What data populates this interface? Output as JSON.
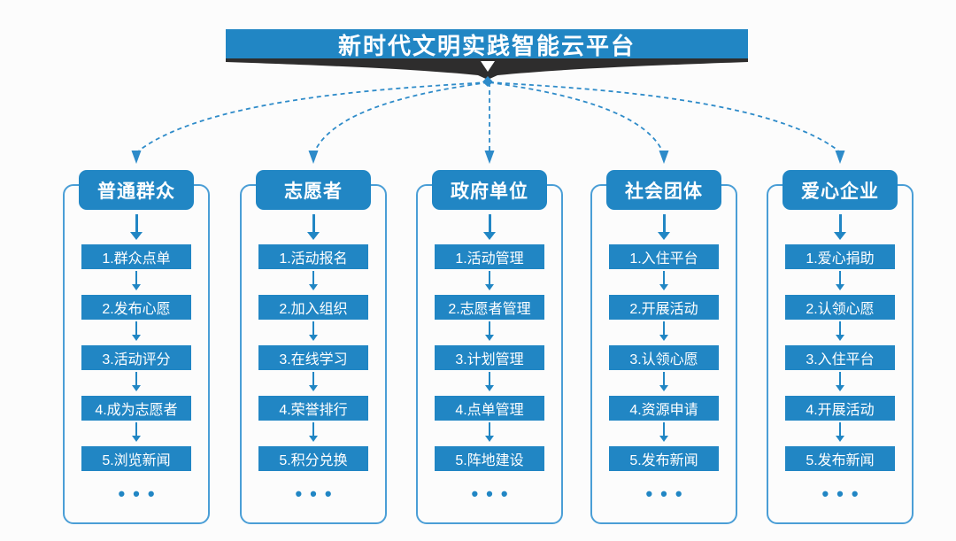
{
  "title": "新时代文明实践智能云平台",
  "colors": {
    "primary_blue": "#2186c4",
    "outline_blue": "#4a9ed6",
    "connector_blue": "#2e8bc9",
    "ribbon_dark": "#2e2d2d",
    "background": "#fcfcfc",
    "text_on_blue": "#ffffff"
  },
  "columns": [
    {
      "header": "普通群众",
      "steps": [
        "1.群众点单",
        "2.发布心愿",
        "3.活动评分",
        "4.成为志愿者",
        "5.浏览新闻"
      ],
      "ellipsis": "•••"
    },
    {
      "header": "志愿者",
      "steps": [
        "1.活动报名",
        "2.加入组织",
        "3.在线学习",
        "4.荣誉排行",
        "5.积分兑换"
      ],
      "ellipsis": "•••"
    },
    {
      "header": "政府单位",
      "steps": [
        "1.活动管理",
        "2.志愿者管理",
        "3.计划管理",
        "4.点单管理",
        "5.阵地建设"
      ],
      "ellipsis": "•••"
    },
    {
      "header": "社会团体",
      "steps": [
        "1.入住平台",
        "2.开展活动",
        "3.认领心愿",
        "4.资源申请",
        "5.发布新闻"
      ],
      "ellipsis": "•••"
    },
    {
      "header": "爱心企业",
      "steps": [
        "1.爱心捐助",
        "2.认领心愿",
        "3.入住平台",
        "4.开展活动",
        "5.发布新闻"
      ],
      "ellipsis": "•••"
    }
  ]
}
